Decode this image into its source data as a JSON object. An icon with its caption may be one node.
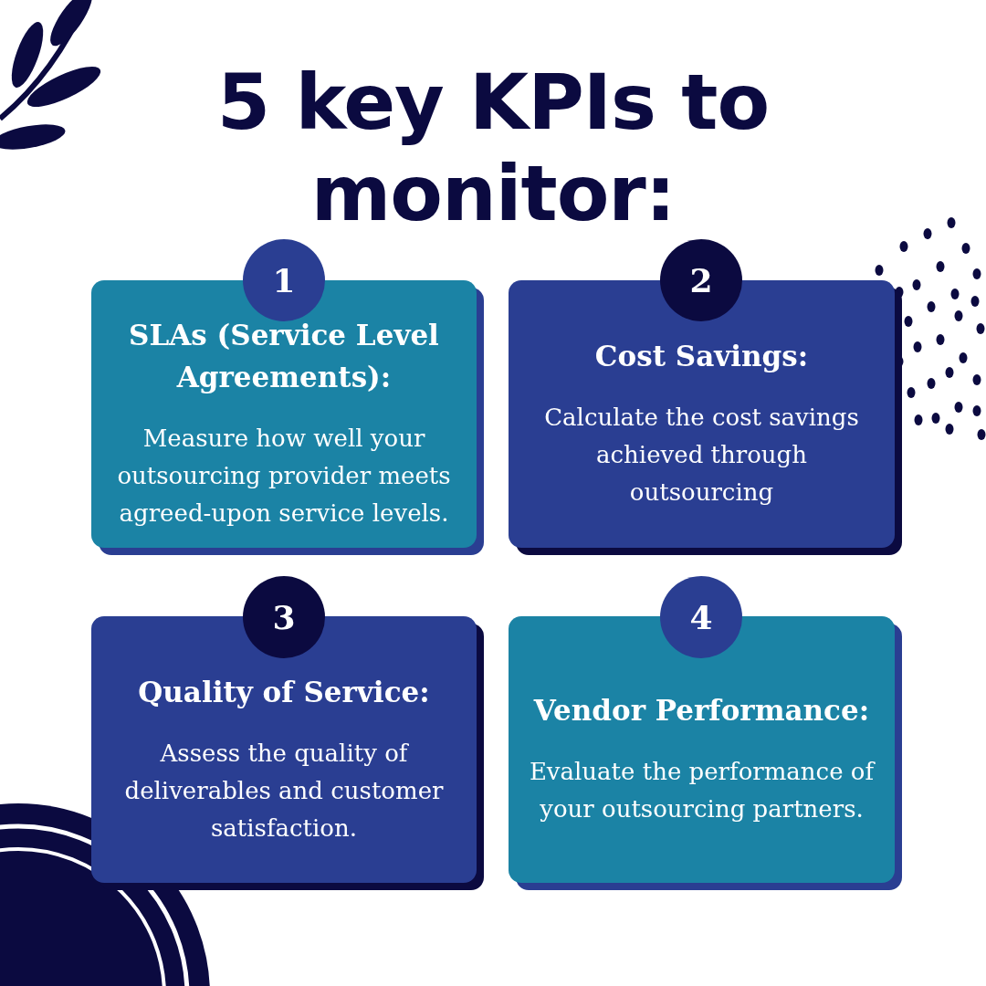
{
  "diagram": {
    "title": "5 key KPIs to monitor:",
    "nodes": [
      {
        "text": [
          "1"
        ]
      },
      {
        "text": [
          "SLAs (Service Level Agreements):",
          "Measure how well your outsourcing provider meets agreed-upon service levels."
        ]
      },
      {
        "text": [
          "2"
        ]
      },
      {
        "text": [
          "Cost Savings:",
          "Calculate the cost savings achieved through outsourcing"
        ]
      },
      {
        "text": [
          "3"
        ]
      },
      {
        "text": [
          "Quality of Service:",
          "Assess the quality of deliverables and customer satisfaction."
        ]
      },
      {
        "text": [
          "4"
        ]
      },
      {
        "text": [
          "Vendor Performance:",
          "Evaluate the performance of your outsourcing partners."
        ]
      }
    ],
    "edges": []
  }
}
